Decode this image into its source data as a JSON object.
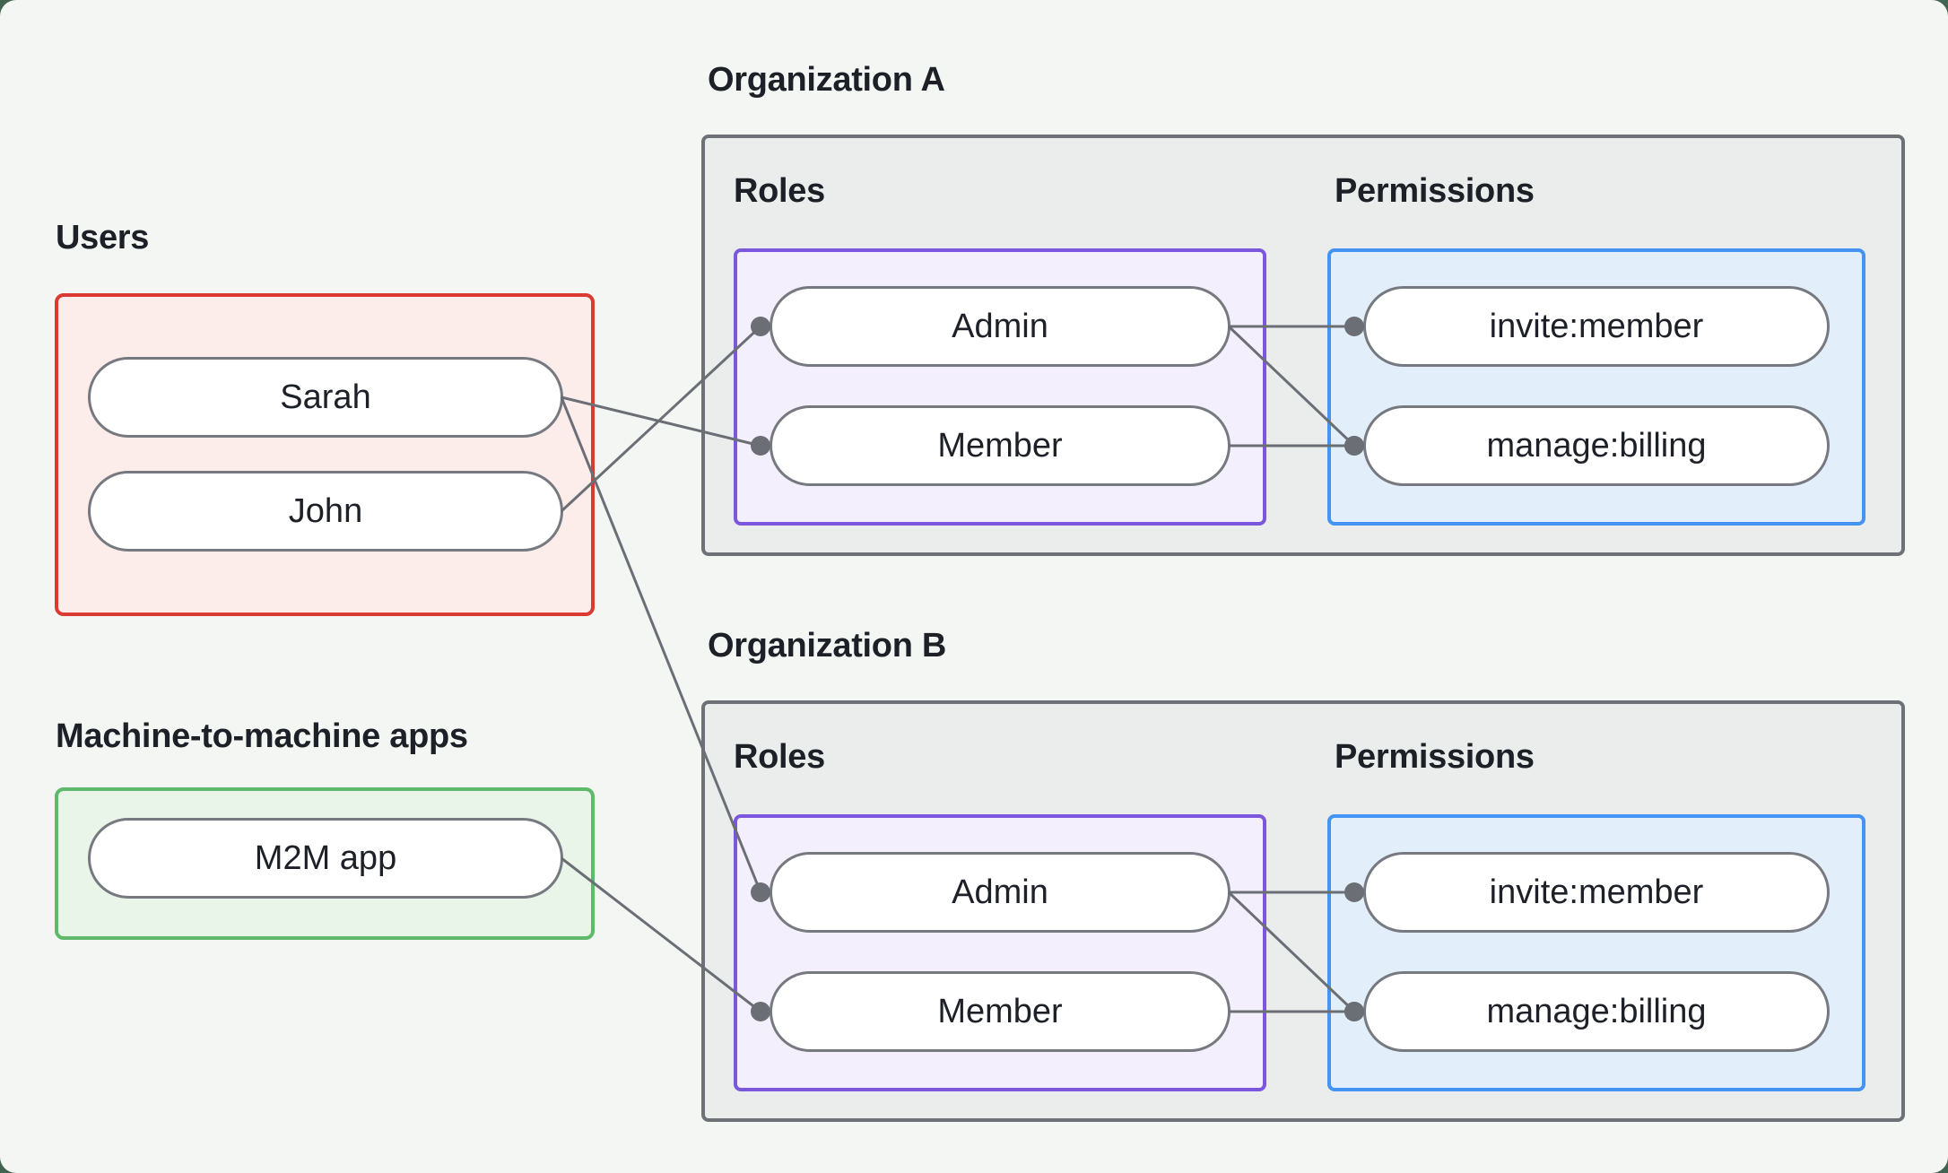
{
  "diagram": {
    "users": {
      "label": "Users",
      "items": [
        {
          "id": "sarah",
          "label": "Sarah"
        },
        {
          "id": "john",
          "label": "John"
        }
      ]
    },
    "m2m": {
      "label": "Machine-to-machine apps",
      "items": [
        {
          "id": "m2m-app",
          "label": "M2M app"
        }
      ]
    },
    "org_a": {
      "label": "Organization A",
      "roles": {
        "label": "Roles",
        "items": [
          {
            "id": "org-a-admin",
            "label": "Admin"
          },
          {
            "id": "org-a-member",
            "label": "Member"
          }
        ]
      },
      "permissions": {
        "label": "Permissions",
        "items": [
          {
            "id": "org-a-invite",
            "label": "invite:member"
          },
          {
            "id": "org-a-billing",
            "label": "manage:billing"
          }
        ]
      }
    },
    "org_b": {
      "label": "Organization B",
      "roles": {
        "label": "Roles",
        "items": [
          {
            "id": "org-b-admin",
            "label": "Admin"
          },
          {
            "id": "org-b-member",
            "label": "Member"
          }
        ]
      },
      "permissions": {
        "label": "Permissions",
        "items": [
          {
            "id": "org-b-invite",
            "label": "invite:member"
          },
          {
            "id": "org-b-billing",
            "label": "manage:billing"
          }
        ]
      }
    }
  },
  "edges": [
    {
      "from": "sarah",
      "to": "org-a-member"
    },
    {
      "from": "john",
      "to": "org-a-admin"
    },
    {
      "from": "sarah",
      "to": "org-b-admin"
    },
    {
      "from": "m2m-app",
      "to": "org-b-member"
    },
    {
      "from": "org-a-admin",
      "to": "org-a-invite"
    },
    {
      "from": "org-a-admin",
      "to": "org-a-billing"
    },
    {
      "from": "org-a-member",
      "to": "org-a-billing"
    },
    {
      "from": "org-b-admin",
      "to": "org-b-invite"
    },
    {
      "from": "org-b-admin",
      "to": "org-b-billing"
    },
    {
      "from": "org-b-member",
      "to": "org-b-billing"
    }
  ],
  "colors": {
    "page_background": "#f4f6f4",
    "outside_background": "#41634f",
    "users_border": "#da3a31",
    "users_fill": "#fcedeb",
    "m2m_border": "#5eb96b",
    "m2m_fill": "#e9f5e9",
    "org_border": "#6e7277",
    "org_fill": "#ebedec",
    "roles_border": "#7b57dd",
    "roles_fill": "#f4effc",
    "permissions_border": "#4593f2",
    "permissions_fill": "#e2effb",
    "node_border": "#76797f",
    "node_fill": "#ffffff",
    "edge": "#6b6f75",
    "text": "#1d2127"
  }
}
